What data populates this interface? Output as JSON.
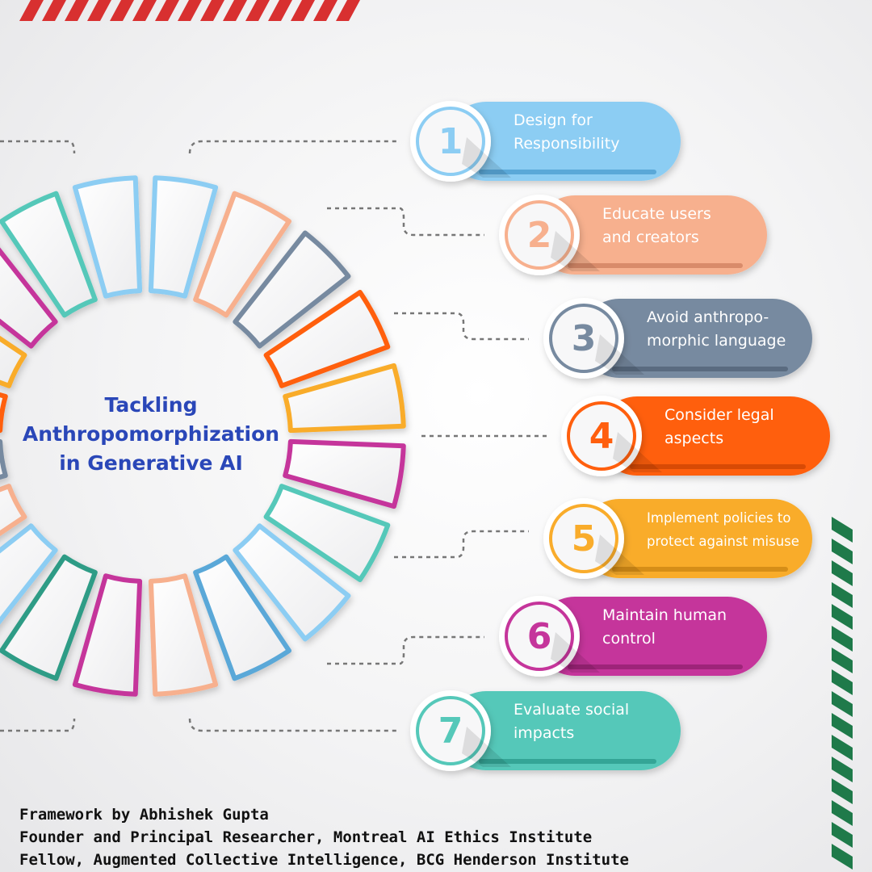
{
  "title": {
    "line1": "Tackling",
    "line2": "Anthropomorphization",
    "line3": "in Generative AI"
  },
  "steps": [
    {
      "number": "1",
      "line1": "Design for",
      "line2": "Responsibility",
      "color": "#8ccdf3",
      "dark": "#5aa8d8"
    },
    {
      "number": "2",
      "line1": "Educate users",
      "line2": "and creators",
      "color": "#f7b08e",
      "dark": "#d98b6a"
    },
    {
      "number": "3",
      "line1": "Avoid anthropo-",
      "line2": "morphic language",
      "color": "#778aa0",
      "dark": "#5a6b80"
    },
    {
      "number": "4",
      "line1": "Consider legal",
      "line2": "aspects",
      "color": "#ff5f0e",
      "dark": "#d84a05"
    },
    {
      "number": "5",
      "line1": "Implement policies to",
      "line2": "protect against misuse",
      "color": "#f9ac2b",
      "dark": "#d68e18"
    },
    {
      "number": "6",
      "line1": "Maintain human",
      "line2": "control",
      "color": "#c5359b",
      "dark": "#9e2479"
    },
    {
      "number": "7",
      "line1": "Evaluate social",
      "line2": "impacts",
      "color": "#55c8b9",
      "dark": "#34a596"
    }
  ],
  "footer": {
    "line1": "Framework by Abhishek Gupta",
    "line2": "Founder and Principal Researcher, Montreal AI Ethics Institute",
    "line3": "Fellow, Augmented Collective Intelligence, BCG Henderson Institute"
  },
  "colors": {
    "title": "#2a47b8",
    "stripe_red": "#d83030",
    "stripe_green": "#1f7a4a",
    "connector": "#777777"
  }
}
